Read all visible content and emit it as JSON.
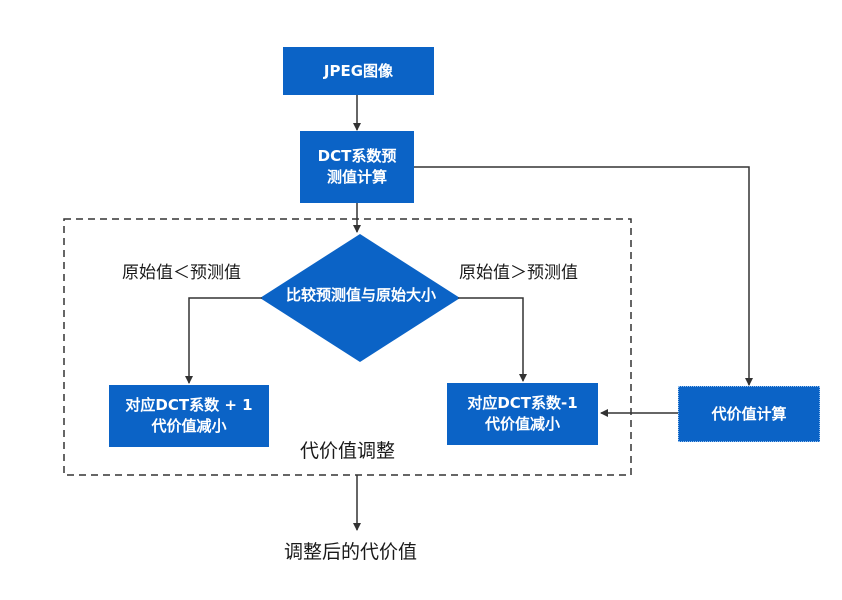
{
  "diagram": {
    "nodes": {
      "jpeg_image": "JPEG图像",
      "dct_predict_line1": "DCT系数预",
      "dct_predict_line2": "测值计算",
      "compare": "比较预测值与原始大小",
      "plus_line1": "对应DCT系数 + 1",
      "plus_line2": "代价值减小",
      "minus_line1": "对应DCT系数-1",
      "minus_line2": "代价值减小",
      "cost_calc": "代价值计算"
    },
    "branch_labels": {
      "less": "原始值＜预测值",
      "greater": "原始值＞预测值"
    },
    "group_label": "代价值调整",
    "output_label": "调整后的代价值"
  },
  "colors": {
    "node_fill": "#0b63c6",
    "arrow": "#333333",
    "dashed_border": "#333333"
  }
}
